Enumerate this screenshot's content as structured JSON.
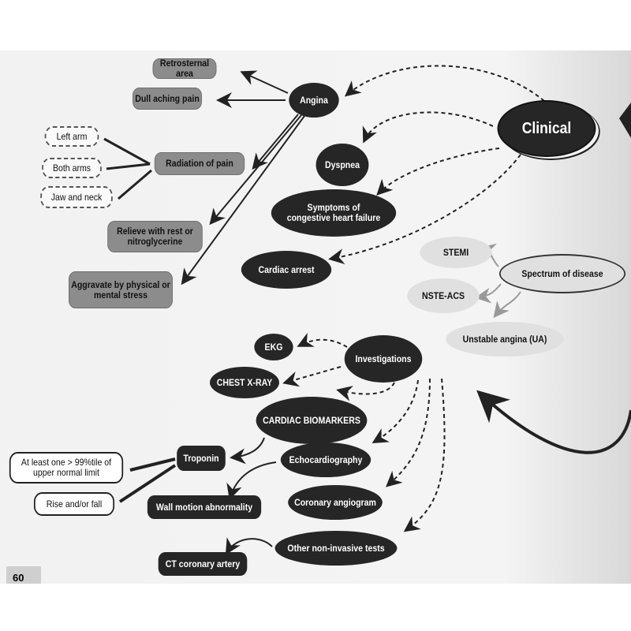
{
  "page_number": "60",
  "clinical": {
    "title": "Clinical",
    "items": [
      "Angina",
      "Dyspnea",
      "Symptoms of congestive heart failure",
      "Cardiac arrest"
    ]
  },
  "angina": {
    "label": "Angina",
    "features": [
      "Retrosternal area",
      "Dull aching pain",
      "Radiation of pain",
      "Relieve with rest or nitroglycerine",
      "Aggravate by physical or mental stress"
    ],
    "radiation": [
      "Left arm",
      "Both arms",
      "Jaw and neck"
    ]
  },
  "spectrum": {
    "label": "Spectrum of disease",
    "items": [
      "STEMI",
      "NSTE-ACS",
      "Unstable angina (UA)"
    ]
  },
  "investigations": {
    "label": "Investigations",
    "items": [
      "EKG",
      "CHEST X-RAY",
      "CARDIAC BIOMARKERS",
      "Echocardiography",
      "Coronary angiogram",
      "Other non-invasive tests"
    ],
    "troponin": "Troponin",
    "troponin_criteria": [
      "At least one > 99%tile of upper normal limit",
      "Rise and/or fall"
    ],
    "echo_finding": "Wall motion abnormality",
    "noninvasive_example": "CT coronary artery"
  }
}
